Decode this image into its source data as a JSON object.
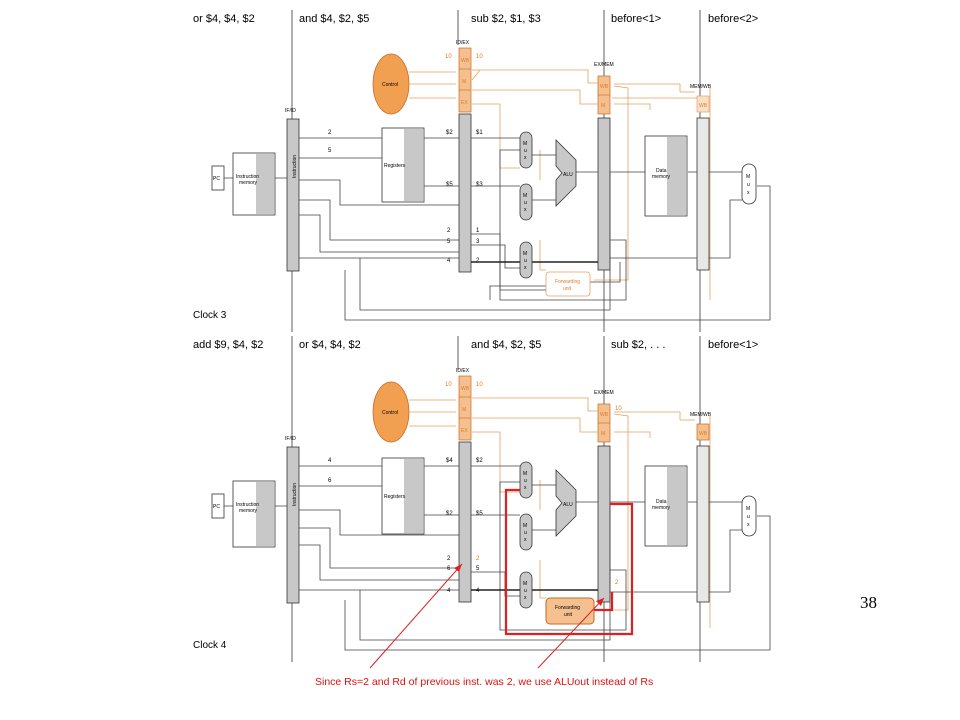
{
  "top": {
    "headers": [
      "or $4, $4, $2",
      "and $4, $2, $5",
      "sub $2, $1, $3",
      "before<1>",
      "before<2>"
    ],
    "clock": "Clock 3",
    "pipe_labels": {
      "ifid": "IF/ID",
      "idex": "ID/EX",
      "exmem": "EX/MEM",
      "memwb": "MEM/WB"
    },
    "stage_fields": {
      "wb": "WB",
      "m": "M",
      "ex": "EX"
    },
    "ctrl_values": {
      "idex_left": "10",
      "idex_right": "10",
      "exmem": "",
      "memwb": ""
    },
    "units": {
      "control": "Control",
      "pc": "PC",
      "imem": "Instruction memory",
      "instruction": "Instruction",
      "registers": "Registers",
      "alu": "ALU",
      "dmem": "Data memory",
      "mux": "M u x",
      "fwd": "Forwarding unit"
    },
    "reg_numbers": {
      "ifid_rs": "2",
      "ifid_rt": "5",
      "rf_rs": "$2",
      "rf_rt": "$5",
      "idex_out_top": "$1",
      "idex_out_mid": "$3",
      "idex_in_rs": "2",
      "idex_in_rt": "5",
      "idex_in_rd": "4",
      "idex_out_rs": "1",
      "idex_out_rt": "3",
      "idex_out_rd": "2",
      "exmem_rd": ""
    }
  },
  "bottom": {
    "headers": [
      "add $9, $4, $2",
      "or $4, $4, $2",
      "and $4, $2, $5",
      "sub $2, . . .",
      "before<1>"
    ],
    "clock": "Clock 4",
    "pipe_labels": {
      "ifid": "IF/ID",
      "idex": "ID/EX",
      "exmem": "EX/MEM",
      "memwb": "MEM/WB"
    },
    "stage_fields": {
      "wb": "WB",
      "m": "M",
      "ex": "EX"
    },
    "ctrl_values": {
      "idex_left": "10",
      "idex_right": "10",
      "exmem": "10",
      "memwb": ""
    },
    "units": {
      "control": "Control",
      "pc": "PC",
      "imem": "Instruction memory",
      "instruction": "Instruction",
      "registers": "Registers",
      "alu": "ALU",
      "dmem": "Data memory",
      "mux": "M u x",
      "fwd": "Forwarding unit"
    },
    "reg_numbers": {
      "ifid_rs": "4",
      "ifid_rt": "6",
      "rf_rs": "$4",
      "rf_rt": "$2",
      "idex_out_top": "$2",
      "idex_out_mid": "$5",
      "idex_in_rs": "2",
      "idex_in_rt": "6",
      "idex_in_rd": "4",
      "idex_out_rs": "2",
      "idex_out_rt": "5",
      "idex_out_rd": "4",
      "exmem_rd": "2"
    }
  },
  "page_number": "38",
  "annotation": "Since Rs=2 and Rd of previous inst. was 2, we use ALUout instead of Rs",
  "colors": {
    "control": "#f0a050",
    "highlight": "#e02020",
    "orange_wire": "#e8a060",
    "gray_unit": "#c8c8c8"
  }
}
